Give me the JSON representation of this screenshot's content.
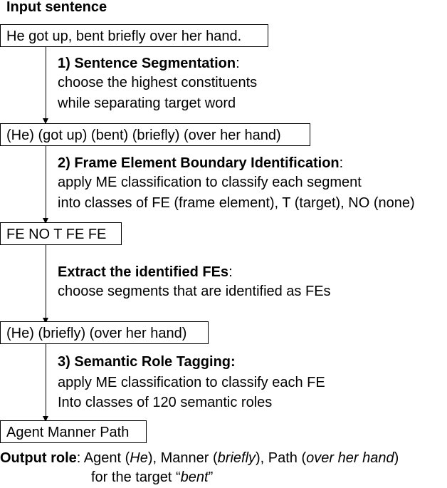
{
  "input_label": "Input sentence",
  "boxes": [
    "He got up, bent briefly over her hand.",
    "(He) (got up) (bent) (briefly) (over her hand)",
    "FE NO T FE FE",
    "(He) (briefly) (over her hand)",
    "Agent Manner Path"
  ],
  "steps": [
    {
      "title": "1) Sentence Segmentation",
      "suffix": ":",
      "lines": [
        "choose the highest constituents",
        "while separating target word"
      ]
    },
    {
      "title": "2) Frame Element Boundary Identification",
      "suffix": ":",
      "lines": [
        "apply ME classification to classify each segment",
        "into classes of FE (frame element), T (target), NO (none)"
      ]
    },
    {
      "title": "Extract the identified FEs",
      "suffix": ":",
      "lines": [
        "choose segments that are identified as FEs"
      ]
    },
    {
      "title": "3) Semantic Role Tagging:",
      "suffix": "",
      "lines": [
        "apply ME classification to classify each FE",
        "Into classes of 120 semantic roles"
      ]
    }
  ],
  "output": {
    "label": "Output role",
    "sep": ": ",
    "agent": "Agent (",
    "agent_word": "He",
    "manner": "), Manner (",
    "manner_word": "briefly",
    "path": "), Path (",
    "path_word": "over her hand",
    "close": ")",
    "line2_pre": "for the target “",
    "target_word": "bent",
    "line2_post": "”"
  }
}
